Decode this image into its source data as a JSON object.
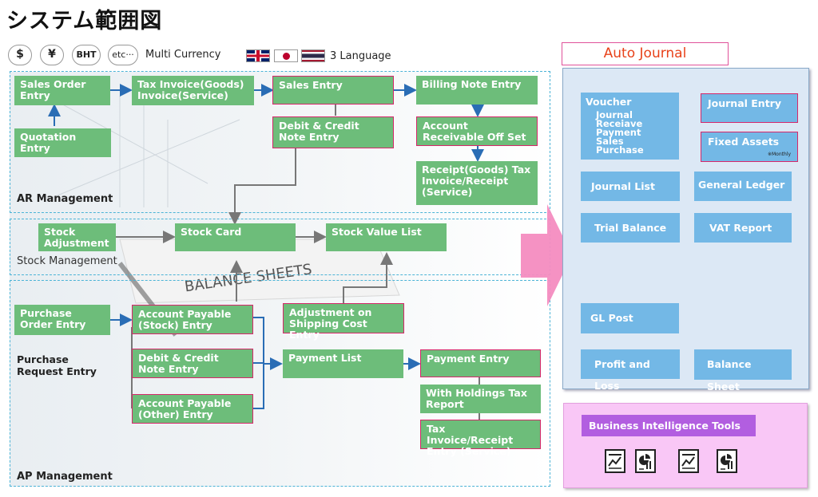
{
  "title": "システム範囲図",
  "header": {
    "currencies": [
      "$",
      "¥",
      "BHT",
      "etc···"
    ],
    "multi_currency": "Multi Currency",
    "languages": "3 Language"
  },
  "ar": {
    "label": "AR Management",
    "sales_order": "Sales Order Entry",
    "tax_invoice": "Tax Invoice(Goods) Invoice(Service)",
    "sales_entry": "Sales Entry",
    "billing_note": "Billing Note Entry",
    "quotation": "Quotation Entry",
    "debit_credit": "Debit & Credit Note Entry",
    "ar_offset": "Account Receivable Off Set",
    "receipt": "Receipt(Goods) Tax Invoice/Receipt (Service)"
  },
  "stock": {
    "label": "Stock Management",
    "adjustment": "Stock Adjustment",
    "card": "Stock Card",
    "value_list": "Stock Value List"
  },
  "ap": {
    "label": "AP Management",
    "purchase_order": "Purchase Order Entry",
    "purchase_request": "Purchase Request Entry",
    "ap_stock": "Account Payable (Stock) Entry",
    "debit_credit": "Debit & Credit Note Entry",
    "ap_other": "Account Payable (Other) Entry",
    "adj_shipping": "Adjustment on Shipping Cost Entry",
    "payment_list": "Payment List",
    "payment_entry": "Payment Entry",
    "withholdings": "With Holdings Tax Report",
    "tax_invoice_receipt": "Tax Invoice/Receipt Entry (Service)"
  },
  "auto_journal": {
    "title": "Auto Journal",
    "voucher_title": "Voucher",
    "voucher_items": [
      "Journal",
      "Receiave",
      "Payment",
      "Sales",
      "Purchase"
    ],
    "journal_entry": "Journal Entry",
    "fixed_assets": "Fixed Assets",
    "monthly": "※Monthly",
    "journal_list": "Journal List",
    "general_ledger": "General Ledger",
    "trial_balance": "Trial Balance",
    "vat_report": "VAT Report",
    "gl_post": "GL Post",
    "profit_loss": "Profit and Loss",
    "balance_sheet": "Balance Sheet"
  },
  "bi": {
    "title": "Business Intelligence Tools",
    "icons": [
      "line-chart-doc-icon",
      "pie-chart-doc-icon",
      "line-chart-doc-icon",
      "pie-chart-doc-icon"
    ]
  },
  "background_text": "BALANCE SHEETS",
  "colors": {
    "green": "#6dbd7a",
    "blue": "#73b8e6",
    "red_border": "#d6276a",
    "arrow_blue": "#2a6db5",
    "pink": "#f48cc0",
    "purple": "#b25ee0"
  }
}
